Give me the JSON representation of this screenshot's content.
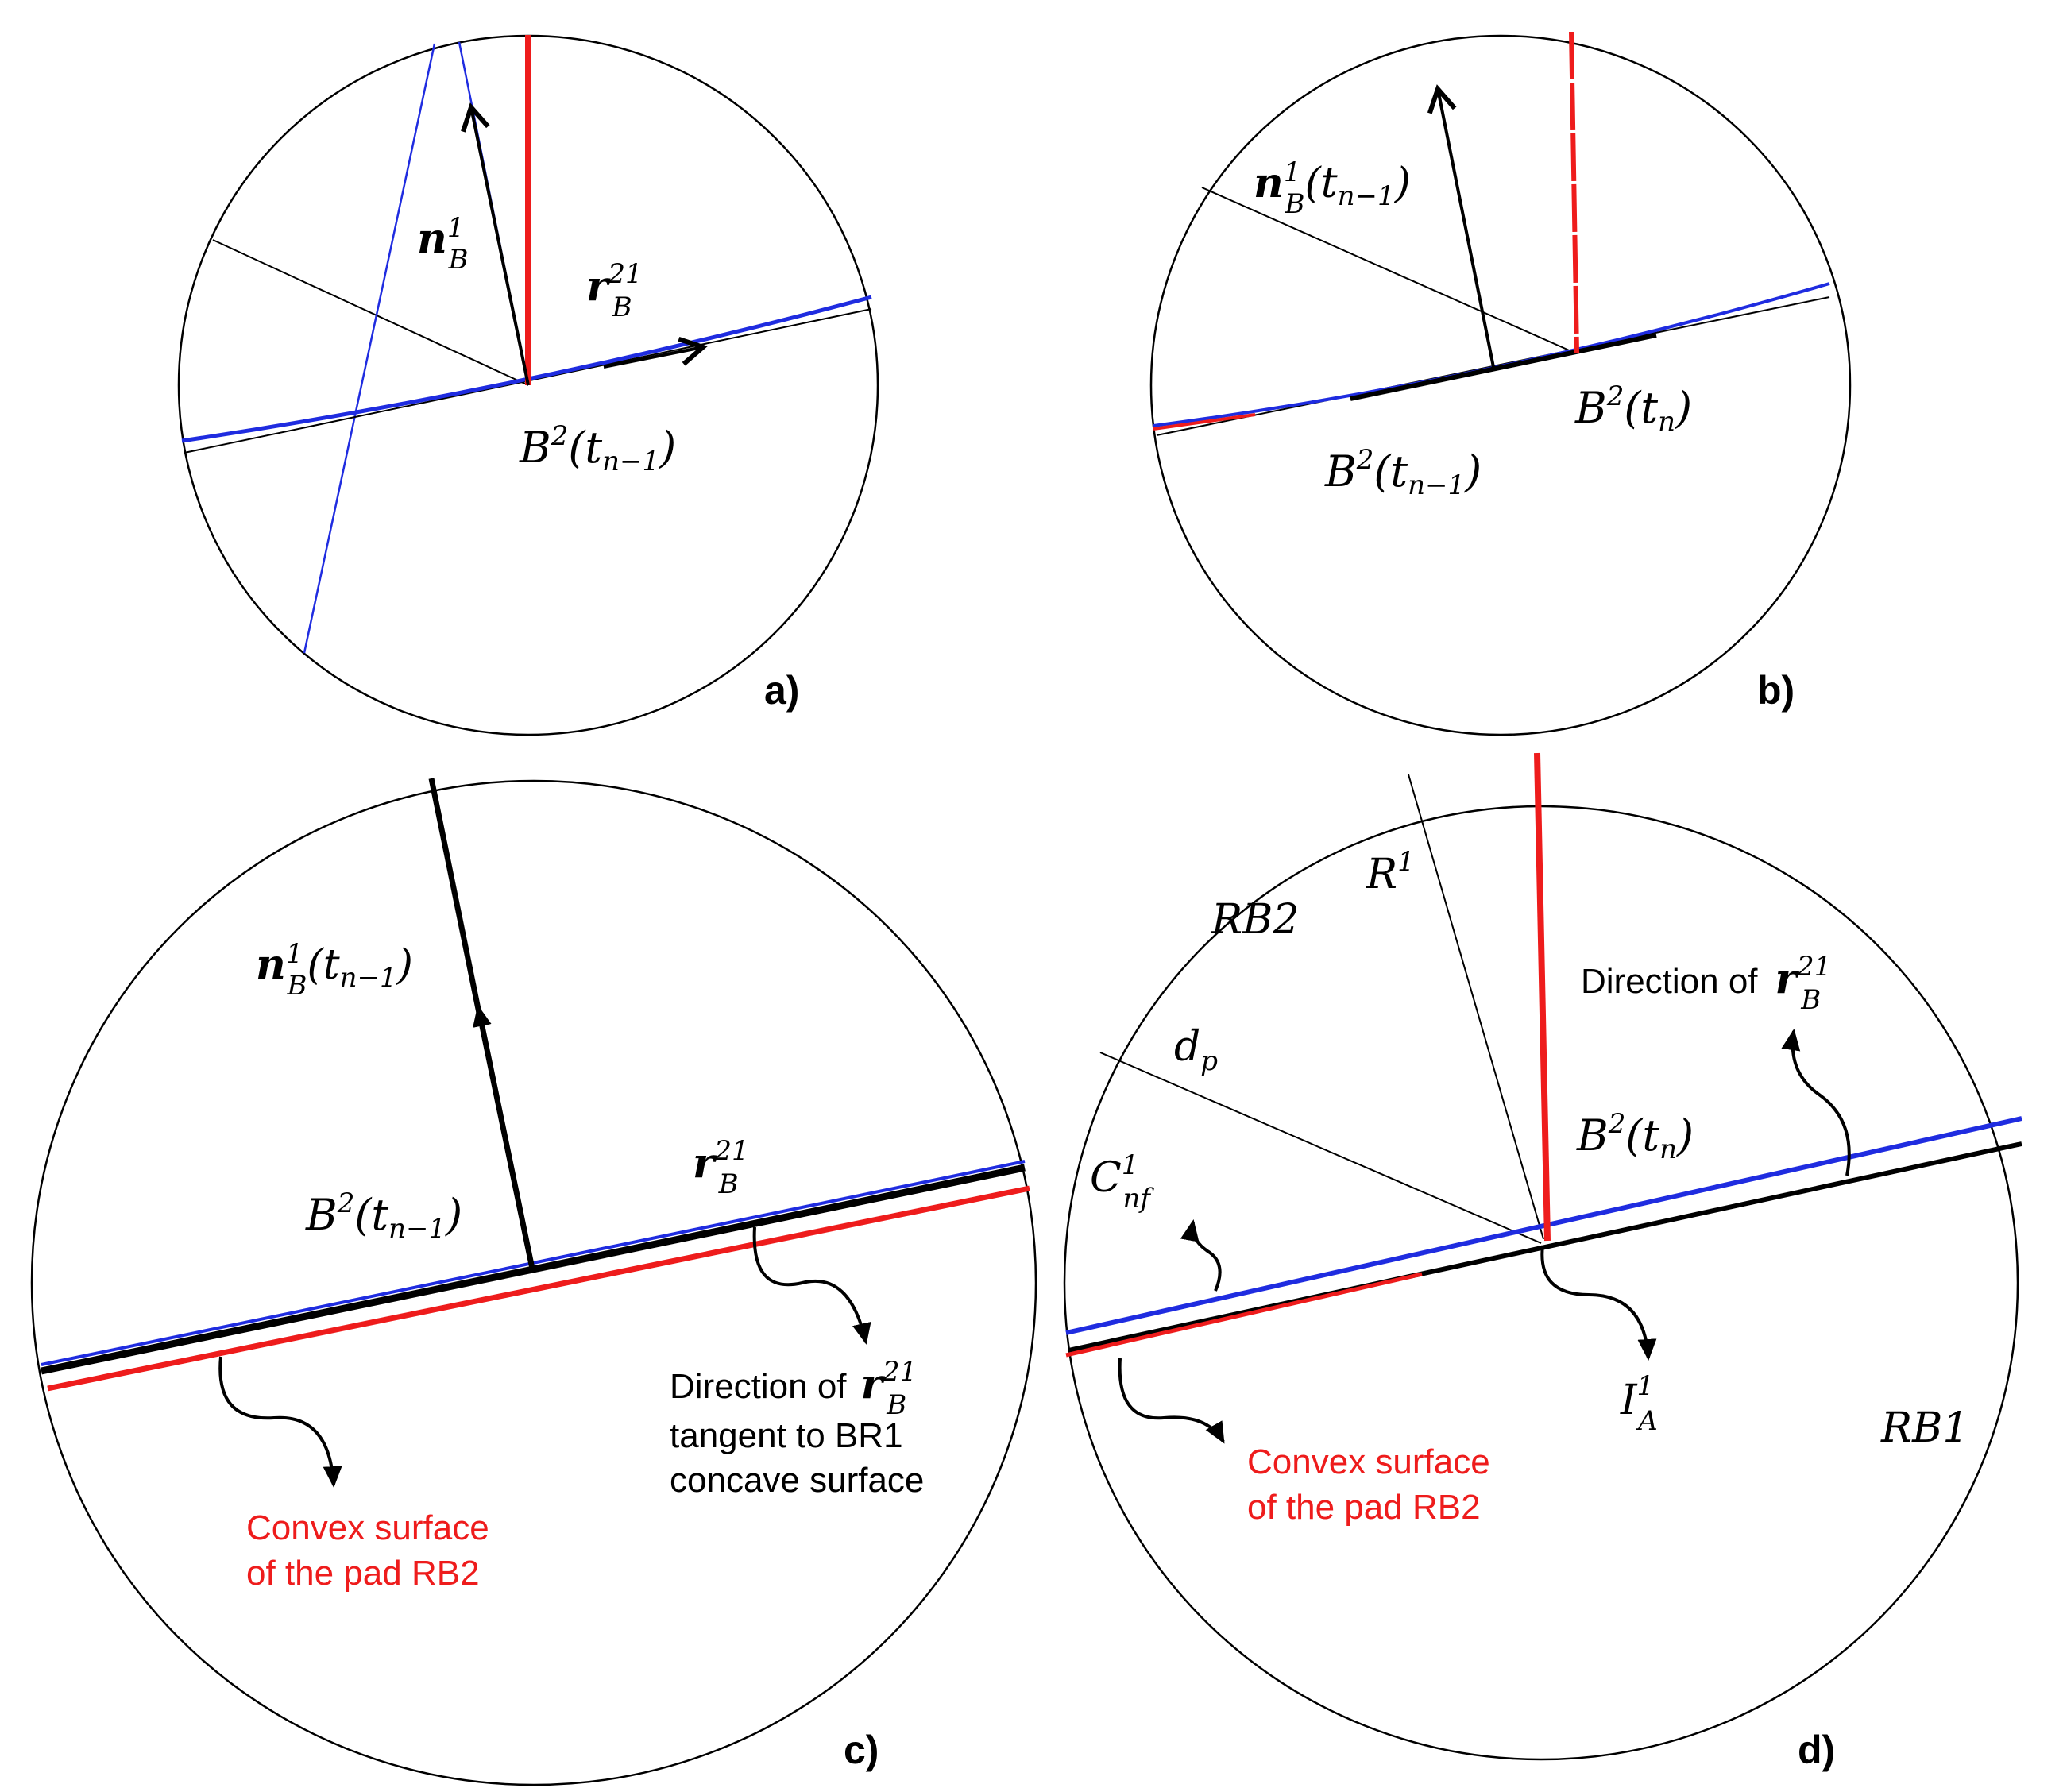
{
  "colors": {
    "red": "#ee1c1c",
    "blue": "#1f2ce0",
    "black": "#000000"
  },
  "panels": {
    "a": {
      "label": "a)",
      "n_bold": "n",
      "n_sup": "1",
      "n_sub": "B",
      "r_bold": "r",
      "r_sup": "21",
      "r_sub": "B",
      "b_main": "B",
      "b_sup": "2",
      "b_open": "(t",
      "b_sub": "n−1",
      "b_close": ")"
    },
    "b": {
      "label": "b)",
      "n_bold": "n",
      "n_sup": "1",
      "n_sub": "B",
      "n_open": "(t",
      "n_t_sub": "n−1",
      "n_close": ")",
      "bt_main": "B",
      "bt_sup": "2",
      "bt_open": "(t",
      "bt_sub": "n",
      "bt_close": ")",
      "bp_main": "B",
      "bp_sup": "2",
      "bp_open": "(t",
      "bp_sub": "n−1",
      "bp_close": ")"
    },
    "c": {
      "label": "c)",
      "n_bold": "n",
      "n_sup": "1",
      "n_sub": "B",
      "n_open": "(t",
      "n_t_sub": "n−1",
      "n_close": ")",
      "r_bold": "r",
      "r_sup": "21",
      "r_sub": "B",
      "b_main": "B",
      "b_sup": "2",
      "b_open": "(t",
      "b_sub": "n−1",
      "b_close": ")",
      "dir_line1": "Direction of",
      "dir_r_bold": "r",
      "dir_r_sup": "21",
      "dir_r_sub": "B",
      "dir_line2": "tangent to BR1",
      "dir_line3": "concave surface",
      "convex_line1": "Convex surface",
      "convex_line2": "of the pad RB2"
    },
    "d": {
      "label": "d)",
      "rb2": "RB2",
      "rb1": "RB1",
      "r_main": "R",
      "r_sup": "1",
      "dp_main": "d",
      "dp_sub": "p",
      "c_main": "C",
      "c_sup": "1",
      "c_sub": "nf",
      "b_main": "B",
      "b_sup": "2",
      "b_open": "(t",
      "b_sub": "n",
      "b_close": ")",
      "i_main": "I",
      "i_sup": "1",
      "i_sub": "A",
      "dir_text": "Direction of",
      "dir_r_bold": "r",
      "dir_r_sup": "21",
      "dir_r_sub": "B",
      "convex_line1": "Convex surface",
      "convex_line2": "of the pad RB2"
    }
  }
}
